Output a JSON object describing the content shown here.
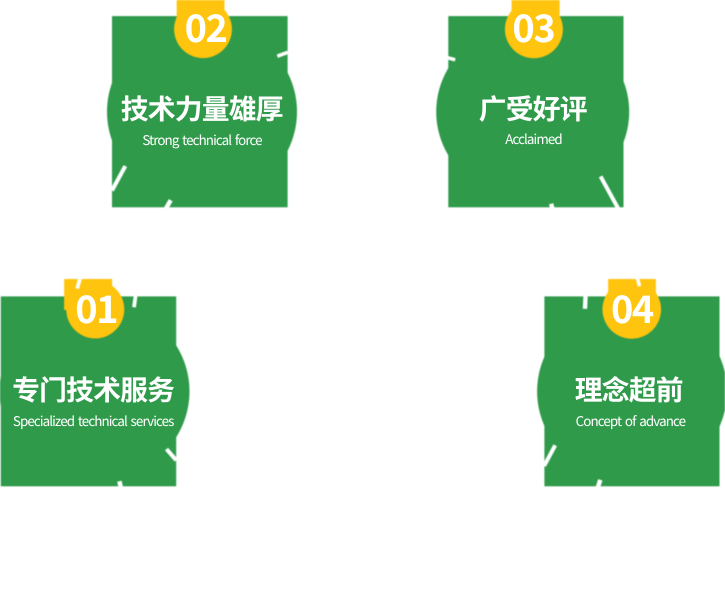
{
  "colors": {
    "green": "#2e9a4a",
    "yellow": "#ffc40d",
    "white": "#ffffff",
    "background": "#ffffff"
  },
  "cards": [
    {
      "number": "01",
      "title": "专门技术服务",
      "subtitle": "Specialized technical services"
    },
    {
      "number": "02",
      "title": "技术力量雄厚",
      "subtitle": "Strong technical force"
    },
    {
      "number": "03",
      "title": "广受好评",
      "subtitle": "Acclaimed"
    },
    {
      "number": "04",
      "title": "理念超前",
      "subtitle": "Concept of advance"
    }
  ]
}
